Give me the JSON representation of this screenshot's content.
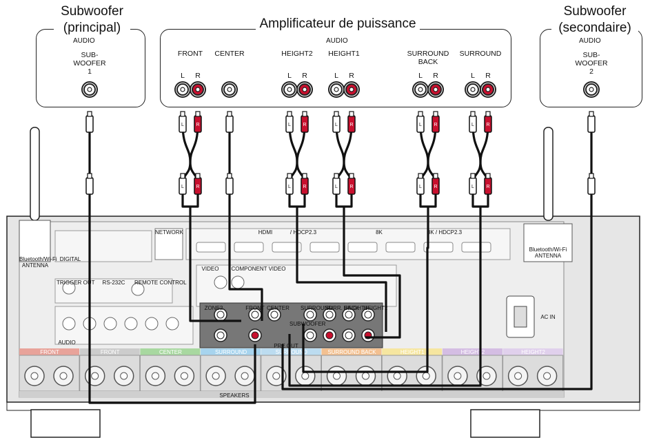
{
  "sub_main": {
    "title": "Subwoofer",
    "subtitle": "(principal)",
    "audio": "AUDIO",
    "jack_l1": "SUB-",
    "jack_l2": "WOOFER",
    "jack_l3": "1"
  },
  "sub_second": {
    "title": "Subwoofer",
    "subtitle": "(secondaire)",
    "audio": "AUDIO",
    "jack_l1": "SUB-",
    "jack_l2": "WOOFER",
    "jack_l3": "2"
  },
  "amp": {
    "title": "Amplificateur de puissance",
    "audio": "AUDIO",
    "channels": [
      {
        "label": "FRONT",
        "label2": "",
        "lr": [
          "L",
          "R"
        ]
      },
      {
        "label": "CENTER",
        "label2": "",
        "lr": []
      },
      {
        "label": "HEIGHT2",
        "label2": "",
        "lr": [
          "L",
          "R"
        ]
      },
      {
        "label": "HEIGHT1",
        "label2": "",
        "lr": [
          "L",
          "R"
        ]
      },
      {
        "label": "SURROUND",
        "label2": "BACK",
        "lr": [
          "L",
          "R"
        ]
      },
      {
        "label": "SURROUND",
        "label2": "",
        "lr": [
          "L",
          "R"
        ]
      }
    ]
  },
  "receiver": {
    "antenna_left": "Bluetooth/Wi-Fi\nANTENNA",
    "antenna_right": "Bluetooth/Wi-Fi\nANTENNA",
    "network": "NETWORK",
    "hdmi": "HDMI",
    "hdcp": "/ HDCP2.3",
    "eight_k": "8K",
    "hdmi_8k": "8K / HDCP2.3",
    "trigger_out": "TRIGGER OUT",
    "rs232c": "RS-232C",
    "remote_control": "REMOTE CONTROL",
    "zone2": "ZONE2",
    "pre_out_front": "FRONT",
    "pre_out_center": "CENTER",
    "pre_out_surround": "SURROUND",
    "pre_out_sb": "SURR. BACK",
    "pre_out_h1": "HEIGHT1",
    "pre_out_h2": "HEIGHT2",
    "subwoofer": "SUBWOOFER",
    "pre_out": "PRE OUT",
    "ac_in": "AC IN",
    "speakers": "SPEAKERS",
    "digital": "DIGITAL",
    "audio": "AUDIO",
    "component_video": "COMPONENT VIDEO",
    "video": "VIDEO",
    "speaker_groups": [
      "FRONT",
      "FRONT",
      "CENTER",
      "SURROUND",
      "SURROUND",
      "SURROUND BACK",
      "HEIGHT1",
      "HEIGHT2",
      "HEIGHT2"
    ],
    "lr_tags": [
      "L",
      "R"
    ]
  }
}
